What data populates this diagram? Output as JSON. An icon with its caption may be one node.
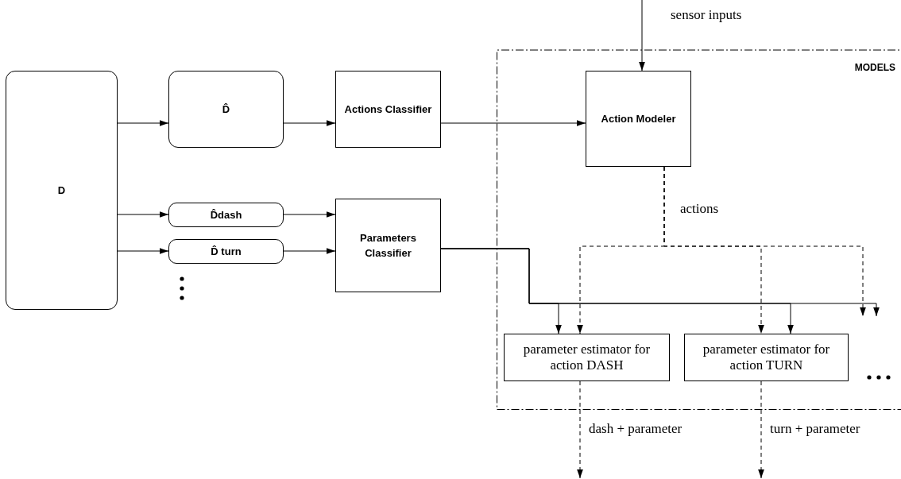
{
  "diagram": {
    "nodes": [
      {
        "text": [
          "D"
        ]
      },
      {
        "text": [
          "D̂"
        ]
      },
      {
        "text": [
          "Actions Classifier"
        ]
      },
      {
        "text": [
          "D̂dash"
        ]
      },
      {
        "text": [
          "D̂ turn"
        ]
      },
      {
        "text": [
          "Parameters Classifier"
        ]
      },
      {
        "text": [
          "MODELS"
        ]
      },
      {
        "text": [
          "Action Modeler"
        ],
        "in": 6
      },
      {
        "text": [
          "parameter estimator for action DASH"
        ],
        "in": 6
      },
      {
        "text": [
          "parameter estimator for action TURN"
        ],
        "in": 6
      }
    ],
    "edges": [
      {
        "from": 0,
        "to": 1,
        "arrow": "to"
      },
      {
        "from": 1,
        "to": 2,
        "arrow": "to"
      },
      {
        "from": 2,
        "to": 7,
        "arrow": "to"
      },
      {
        "from": 0,
        "to": 3,
        "arrow": "to"
      },
      {
        "from": 0,
        "to": 4,
        "arrow": "to"
      },
      {
        "from": 3,
        "to": 5,
        "arrow": "to"
      },
      {
        "from": 4,
        "to": 5,
        "arrow": "to"
      },
      {
        "from": null,
        "to": 7,
        "arrow": "to",
        "label": "sensor inputs"
      },
      {
        "from": 7,
        "to": 8,
        "arrow": "to",
        "style": "dashed",
        "label": "actions"
      },
      {
        "from": 7,
        "to": 9,
        "arrow": "to",
        "style": "dashed"
      },
      {
        "from": 7,
        "to": null,
        "arrow": "to",
        "style": "dashed"
      },
      {
        "from": 5,
        "to": 8,
        "arrow": "to"
      },
      {
        "from": 5,
        "to": 9,
        "arrow": "to"
      },
      {
        "from": 5,
        "to": null,
        "arrow": "to"
      },
      {
        "from": 8,
        "to": null,
        "arrow": "to",
        "style": "dashed",
        "label": "dash + parameter"
      },
      {
        "from": 9,
        "to": null,
        "arrow": "to",
        "style": "dashed",
        "label": "turn + parameter"
      }
    ]
  }
}
